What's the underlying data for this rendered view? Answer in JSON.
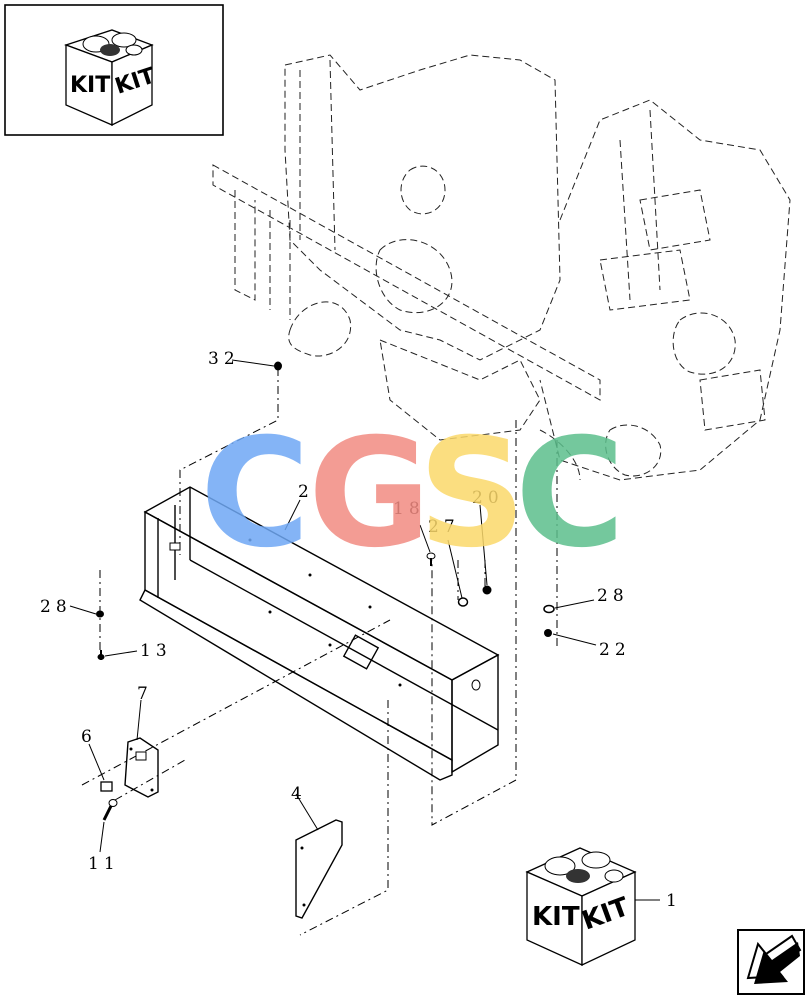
{
  "kit_box": {
    "label_left": "KIT",
    "label_right": "KIT"
  },
  "watermark": {
    "letters": [
      "C",
      "G",
      "S",
      "C"
    ],
    "colors": [
      "#6fa8f5",
      "#f28b82",
      "#fbd96b",
      "#5cbf8c"
    ]
  },
  "callouts": [
    {
      "id": "c32",
      "text": "32"
    },
    {
      "id": "c2",
      "text": "2"
    },
    {
      "id": "c18",
      "text": "18"
    },
    {
      "id": "c20",
      "text": "20"
    },
    {
      "id": "c27",
      "text": "27"
    },
    {
      "id": "c28a",
      "text": "28"
    },
    {
      "id": "c13",
      "text": "13"
    },
    {
      "id": "c28b",
      "text": "28"
    },
    {
      "id": "c22",
      "text": "22"
    },
    {
      "id": "c7",
      "text": "7"
    },
    {
      "id": "c6",
      "text": "6"
    },
    {
      "id": "c11",
      "text": "11"
    },
    {
      "id": "c4",
      "text": "4"
    },
    {
      "id": "c1",
      "text": "1"
    }
  ]
}
